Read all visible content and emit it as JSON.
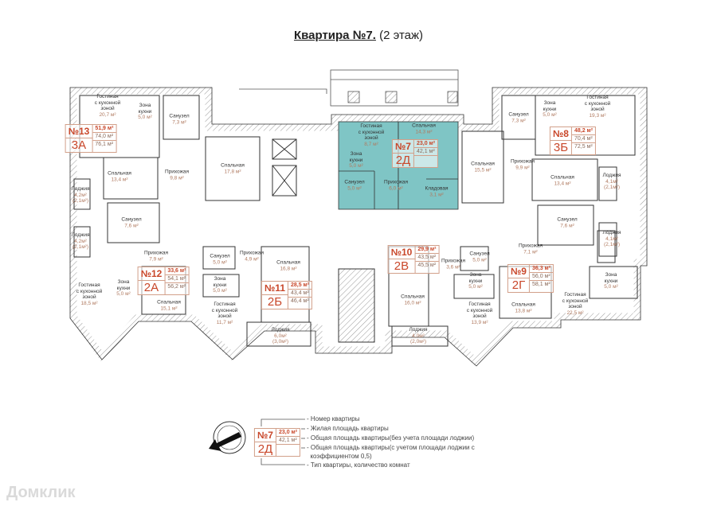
{
  "title": {
    "main": "Квартира №7.",
    "floor": "(2 этаж)"
  },
  "colors": {
    "highlight": "#7fc5c5",
    "accent": "#c9472a",
    "area_text": "#b07a60"
  },
  "apartments": [
    {
      "number": "№13",
      "type": "3А",
      "living": "51,9 м²",
      "total": "74,0 м²",
      "total_loggia": "76,1 м²",
      "rooms": [
        {
          "name": "Гостиная\nс кухонной\nзоной",
          "area": "20,7 м²"
        },
        {
          "name": "Зона\nкухни",
          "area": "5,0 м²"
        },
        {
          "name": "Санузел",
          "area": "7,3 м²"
        },
        {
          "name": "Спальная",
          "area": "13,4 м²"
        },
        {
          "name": "Прихожая",
          "area": "9,8 м²"
        },
        {
          "name": "Спальная",
          "area": "17,8 м²"
        },
        {
          "name": "Санузел",
          "area": "7,6 м²"
        }
      ]
    },
    {
      "number": "№7",
      "type": "2Д",
      "living": "23,0 м²",
      "total": "42,1 м²",
      "total_loggia": "",
      "rooms": [
        {
          "name": "Гостиная\nс кухонной\nзоной",
          "area": "8,7 м²"
        },
        {
          "name": "Зона\nкухни",
          "area": "5,0 м²"
        },
        {
          "name": "Санузел",
          "area": "5,0 м²"
        },
        {
          "name": "Прихожая",
          "area": "6,0 м²"
        },
        {
          "name": "Спальная",
          "area": "14,3 м²"
        },
        {
          "name": "Кладовая",
          "area": "3,1 м²"
        }
      ]
    },
    {
      "number": "№8",
      "type": "3Б",
      "living": "48,2 м²",
      "total": "70,4 м²",
      "total_loggia": "72,5 м²",
      "rooms": [
        {
          "name": "Спальная",
          "area": "15,5 м²"
        },
        {
          "name": "Санузел",
          "area": "7,3 м²"
        },
        {
          "name": "Зона\nкухни",
          "area": "5,0 м²"
        },
        {
          "name": "Гостиная\nс кухонной\nзоной",
          "area": "19,3 м²"
        },
        {
          "name": "Прихожая",
          "area": "9,9 м²"
        },
        {
          "name": "Спальная",
          "area": "13,4 м²"
        },
        {
          "name": "Санузел",
          "area": "7,6 м²"
        }
      ]
    },
    {
      "number": "№12",
      "type": "2А",
      "living": "33,6 м²",
      "total": "54,1 м²",
      "total_loggia": "56,2 м²",
      "rooms": [
        {
          "name": "Прихожая",
          "area": "7,9 м²"
        },
        {
          "name": "Гостиная\nс кухонной\nзоной",
          "area": "18,5 м²"
        },
        {
          "name": "Зона\nкухни",
          "area": "5,0 м²"
        },
        {
          "name": "Спальная",
          "area": "15,1 м²"
        }
      ]
    },
    {
      "number": "№11",
      "type": "2Б",
      "living": "28,5 м²",
      "total": "43,4 м²",
      "total_loggia": "46,4 м²",
      "rooms": [
        {
          "name": "Санузел",
          "area": "5,0 м²"
        },
        {
          "name": "Прихожая",
          "area": "4,9 м²"
        },
        {
          "name": "Зона\nкухни",
          "area": "5,0 м²"
        },
        {
          "name": "Гостиная\nс кухонной\nзоной",
          "area": "11,7 м²"
        },
        {
          "name": "Спальная",
          "area": "16,8 м²"
        }
      ]
    },
    {
      "number": "№10",
      "type": "2В",
      "living": "29,9 м²",
      "total": "43,5 м²",
      "total_loggia": "45,5 м²",
      "rooms": [
        {
          "name": "Прихожая",
          "area": "3,6 м²"
        },
        {
          "name": "Санузел",
          "area": "5,0 м²"
        },
        {
          "name": "Зона\nкухни",
          "area": "5,0 м²"
        },
        {
          "name": "Спальная",
          "area": "16,0 м²"
        },
        {
          "name": "Гостиная\nс кухонной\nзоной",
          "area": "13,9 м²"
        }
      ]
    },
    {
      "number": "№9",
      "type": "2Г",
      "living": "36,3 м²",
      "total": "56,0 м²",
      "total_loggia": "58,1 м²",
      "rooms": [
        {
          "name": "Прихожая",
          "area": "7,1 м²"
        },
        {
          "name": "Спальная",
          "area": "13,8 м²"
        },
        {
          "name": "Зона\nкухни",
          "area": "5,0 м²"
        },
        {
          "name": "Гостиная\nс кухонной\nзоной",
          "area": "22,5 м²"
        }
      ]
    }
  ],
  "loggias": [
    {
      "name": "Лоджия",
      "area": "4,2м²\n(2,1м²)"
    },
    {
      "name": "Лоджия",
      "area": "4,2м²\n(2,1м²)"
    },
    {
      "name": "Лоджия",
      "area": "4,1м²\n(2,1м²)"
    },
    {
      "name": "Лоджия",
      "area": "4,1м²\n(2,1м²)"
    },
    {
      "name": "Лоджия",
      "area": "6,0м²\n(3,0м²)"
    },
    {
      "name": "Лоджия",
      "area": "4,0м²\n(2,0м²)"
    }
  ],
  "legend": {
    "sample": {
      "number": "№7",
      "type": "2Д",
      "living": "23,0 м²",
      "total": "42,1 м²",
      "total_loggia": ""
    },
    "items": [
      "- Номер квартиры",
      "- Жилая площадь квартиры",
      "- Общая площадь квартиры(без учета площади лоджии)",
      "- Общая площадь квартиры(с учетом площади лоджии с",
      "  коэффициентом 0,5)",
      "- Тип квартиры, количество комнат"
    ]
  },
  "watermark": "Домклик"
}
